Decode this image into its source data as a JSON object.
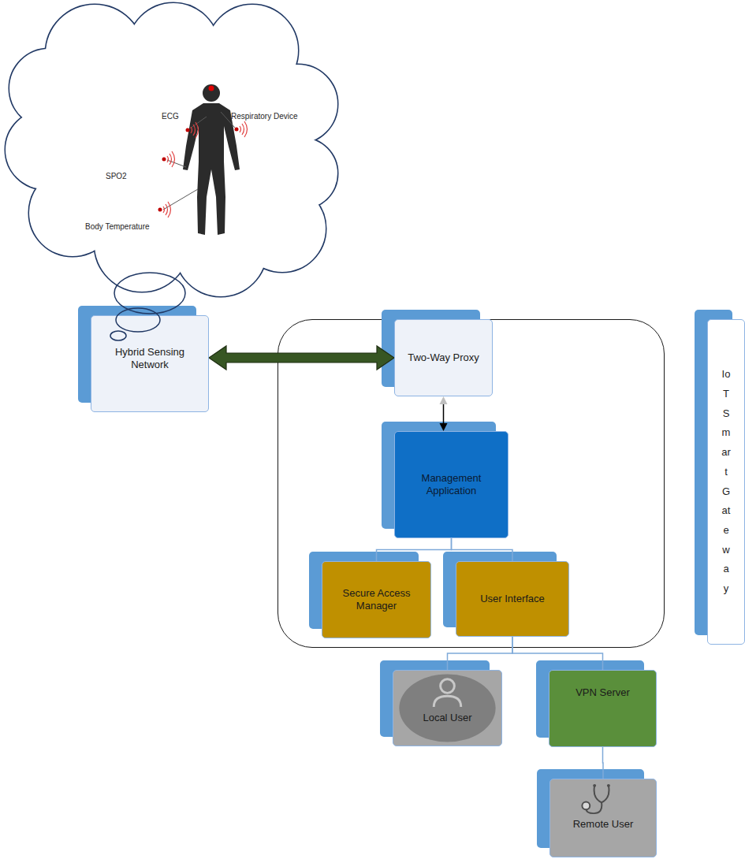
{
  "diagram": {
    "nodes": [
      {
        "text": [
          "Hybrid Sensing Network"
        ]
      },
      {
        "text": [
          "Two-Way Proxy"
        ]
      },
      {
        "text": [
          "Management Application"
        ]
      },
      {
        "text": [
          "Secure Access Manager"
        ]
      },
      {
        "text": [
          "User Interface"
        ]
      },
      {
        "text": [
          "Local User"
        ]
      },
      {
        "text": [
          "VPN Server"
        ]
      },
      {
        "text": [
          "Remote User"
        ]
      },
      {
        "text": [
          "IoT Smart Gateway"
        ]
      }
    ],
    "edges": [
      {
        "from": 0,
        "to": 1,
        "arrow": "both"
      },
      {
        "from": 1,
        "to": 2,
        "arrow": "both"
      },
      {
        "from": 2,
        "to": 3,
        "arrow": "none"
      },
      {
        "from": 2,
        "to": 4,
        "arrow": "none"
      },
      {
        "from": 4,
        "to": 5,
        "arrow": "none"
      },
      {
        "from": 4,
        "to": 6,
        "arrow": "none"
      },
      {
        "from": 6,
        "to": 7,
        "arrow": "none"
      }
    ],
    "labels": [
      "ECG",
      "Respiratory Device",
      "SPO2",
      "Body Temperature"
    ]
  }
}
